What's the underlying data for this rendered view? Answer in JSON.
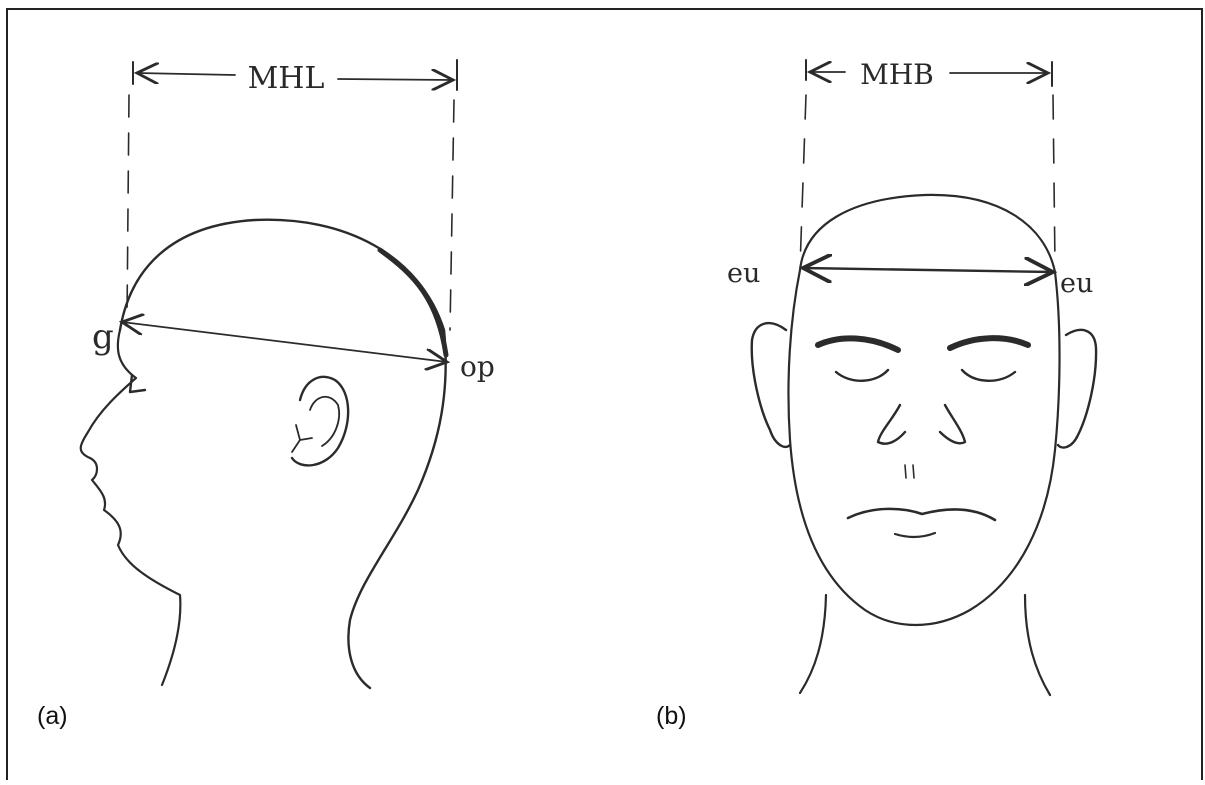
{
  "panels": [
    {
      "id": "a",
      "label": "(a)",
      "measure_label": "MHL",
      "landmarks": {
        "front": "g",
        "back": "op"
      }
    },
    {
      "id": "b",
      "label": "(b)",
      "measure_label": "MHB",
      "landmarks": {
        "left": "eu",
        "right": "eu"
      }
    }
  ]
}
